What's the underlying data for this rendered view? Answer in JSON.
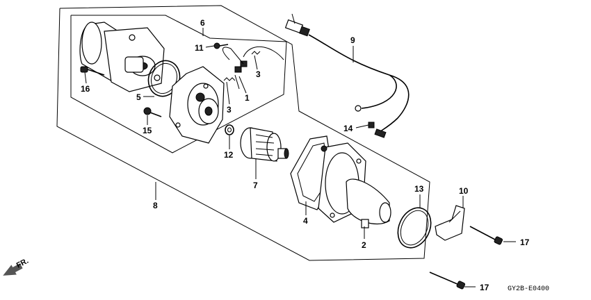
{
  "callouts": [
    {
      "id": "1",
      "text": "1"
    },
    {
      "id": "2",
      "text": "2"
    },
    {
      "id": "3a",
      "text": "3"
    },
    {
      "id": "3b",
      "text": "3"
    },
    {
      "id": "4",
      "text": "4"
    },
    {
      "id": "5",
      "text": "5"
    },
    {
      "id": "6",
      "text": "6"
    },
    {
      "id": "7",
      "text": "7"
    },
    {
      "id": "8",
      "text": "8"
    },
    {
      "id": "9",
      "text": "9"
    },
    {
      "id": "10",
      "text": "10"
    },
    {
      "id": "11",
      "text": "11"
    },
    {
      "id": "12",
      "text": "12"
    },
    {
      "id": "13",
      "text": "13"
    },
    {
      "id": "14",
      "text": "14"
    },
    {
      "id": "15",
      "text": "15"
    },
    {
      "id": "16",
      "text": "16"
    },
    {
      "id": "17a",
      "text": "17"
    },
    {
      "id": "17b",
      "text": "17"
    }
  ],
  "direction_marker": "FR.",
  "diagram_code": "GY2B-E0400",
  "colors": {
    "ink": "#000000",
    "paper": "#ffffff"
  }
}
